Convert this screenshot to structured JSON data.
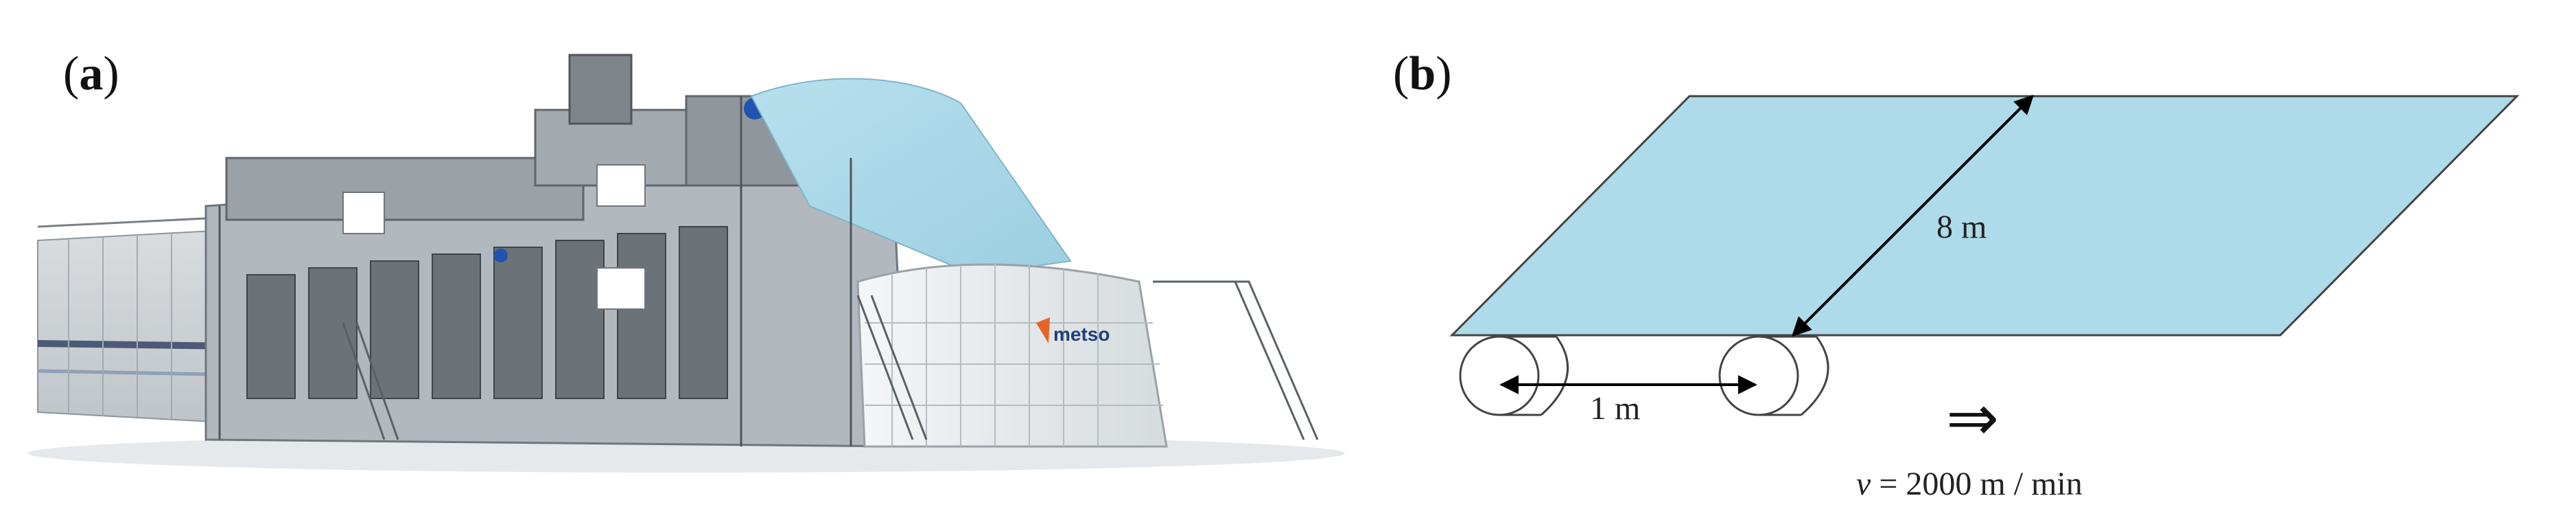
{
  "panel_a": {
    "label_open": "(",
    "label_letter": "a",
    "label_close": ")",
    "logo_text": "metso",
    "colors": {
      "sheet": "#a9d8e6",
      "machine": "#a7adb3",
      "machine_dark": "#6f767d",
      "accent": "#e8632b"
    }
  },
  "panel_b": {
    "label_open": "(",
    "label_letter": "b",
    "label_close": ")",
    "width_label": "8 m",
    "roll_spacing_label": "1 m",
    "direction_arrow": "⇒",
    "speed_var": "v",
    "speed_value": " = 2000 m / min",
    "colors": {
      "sheet": "#aedbea",
      "outline": "#444444"
    }
  }
}
